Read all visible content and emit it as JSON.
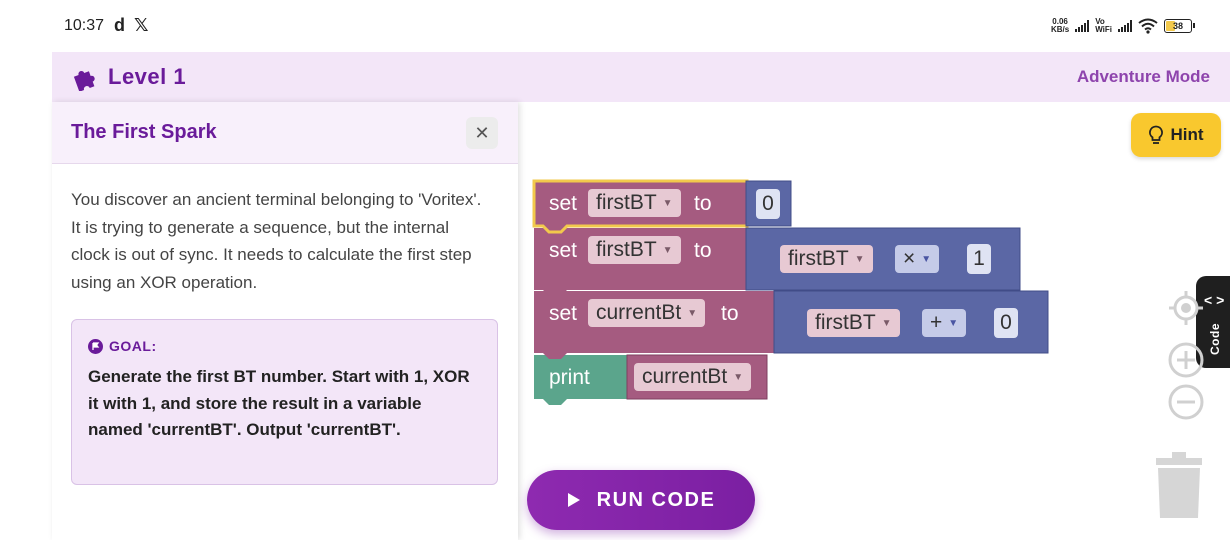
{
  "status": {
    "time": "10:37",
    "app_icon_1": "d",
    "app_icon_2": "𝕏",
    "speed_value": "0.06",
    "speed_unit": "KB/s",
    "vowifi_top": "Vo",
    "vowifi_bottom": "WiFi",
    "battery": "38"
  },
  "header": {
    "level_title": "Level 1",
    "mode_label": "Adventure Mode",
    "icon": "puzzle-piece-icon"
  },
  "panel": {
    "title": "The First Spark",
    "close_glyph": "✕",
    "story": "You discover an ancient terminal belonging to 'Voritex'. It is trying to generate a sequence, but the internal clock is out of sync. It needs to calculate the first step using an XOR operation.",
    "goal_label": "GOAL:",
    "goal_text": "Generate the first BT number. Start with 1, XOR it with 1, and store the result in a variable named 'currentBT'. Output 'currentBT'."
  },
  "run": {
    "label": "RUN CODE"
  },
  "hint": {
    "label": "Hint"
  },
  "code_tab": {
    "label": "Code",
    "glyph": "< >"
  },
  "blocks": {
    "b1": {
      "kw": "set",
      "var": "firstBT",
      "to": "to",
      "value": "0"
    },
    "b2": {
      "kw": "set",
      "var": "firstBT",
      "to": "to",
      "op_var": "firstBT",
      "op": "×",
      "value": "1"
    },
    "b3": {
      "kw": "set",
      "var": "currentBt",
      "to": "to",
      "op_var": "firstBT",
      "op": "+",
      "value": "0"
    },
    "b4": {
      "kw": "print",
      "var": "currentBt"
    }
  },
  "colors": {
    "variable_block": "#a55b80",
    "math_block": "#5b67a5",
    "print_block": "#5ba58c",
    "accent": "#7b1fa2",
    "hint": "#f9c82e"
  }
}
